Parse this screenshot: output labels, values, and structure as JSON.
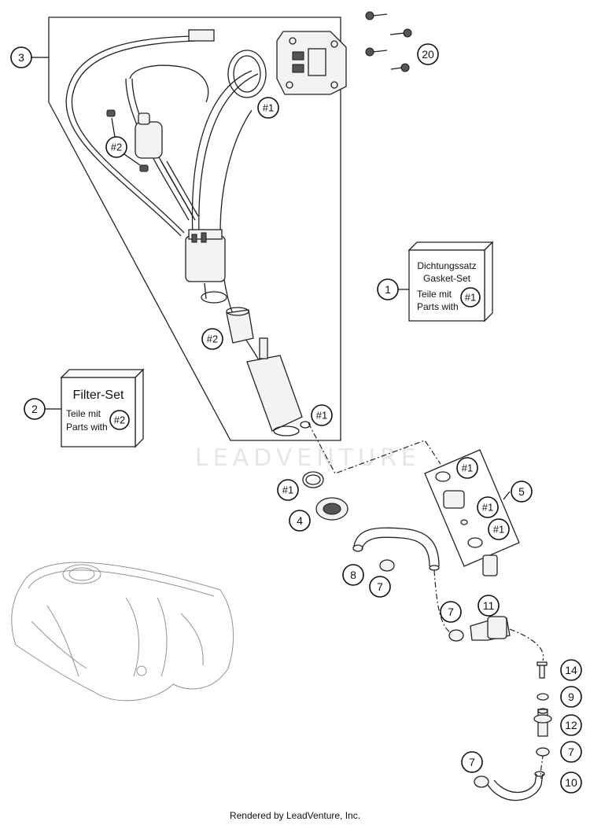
{
  "callouts": {
    "c1": "1",
    "c2": "2",
    "c3": "3",
    "c4": "4",
    "c5": "5",
    "c7a": "7",
    "c7b": "7",
    "c7c": "7",
    "c7d": "7",
    "c8": "8",
    "c9": "9",
    "c10": "10",
    "c11": "11",
    "c12": "12",
    "c14": "14",
    "c20": "20"
  },
  "refs": {
    "r1a": "#1",
    "r1b": "#1",
    "r1c": "#1",
    "r1d": "#1",
    "r1e": "#1",
    "r1f": "#1",
    "r2a": "#2",
    "r2b": "#2"
  },
  "gasket_box": {
    "title_de": "Dichtungssatz",
    "title_en": "Gasket-Set",
    "parts_de": "Teile mit",
    "parts_en": "Parts with",
    "ref": "#1"
  },
  "filter_box": {
    "title": "Filter-Set",
    "parts_de": "Teile mit",
    "parts_en": "Parts with",
    "ref": "#2"
  },
  "watermark": "LEADVENTURE",
  "footer": "Rendered by LeadVenture, Inc."
}
